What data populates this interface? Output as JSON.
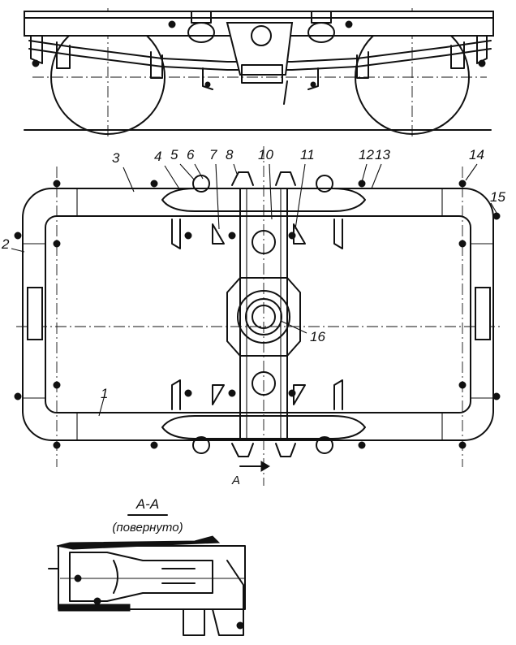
{
  "callouts": {
    "c1": "1",
    "c2": "2",
    "c3": "3",
    "c4": "4",
    "c5": "5",
    "c6": "6",
    "c7": "7",
    "c8": "8",
    "c10": "10",
    "c11": "11",
    "c12": "12",
    "c13": "13",
    "c14": "14",
    "c15": "15",
    "c16": "16"
  },
  "section": {
    "arrow_label": "A",
    "title": "A-A",
    "subtitle": "(повернуто)"
  }
}
